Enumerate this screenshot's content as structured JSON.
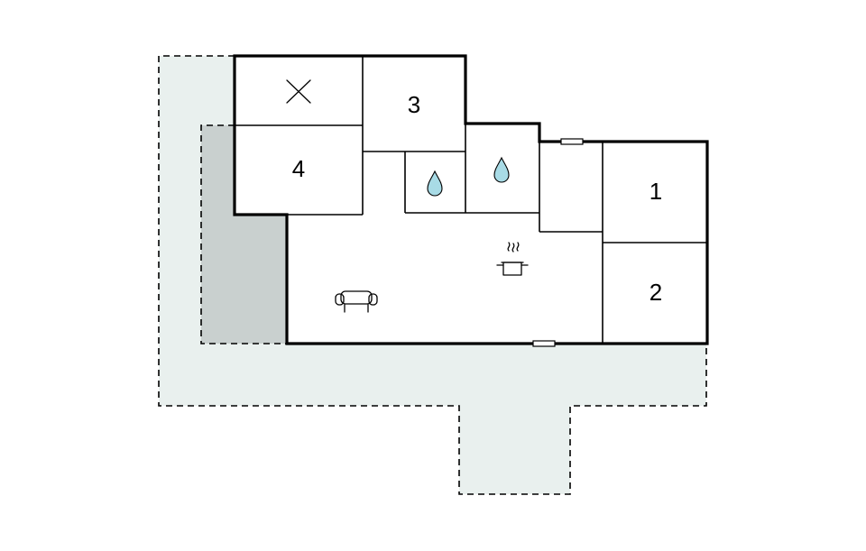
{
  "colors": {
    "terrace": "#e9f0ee",
    "covered_terrace": "#c9d0cf",
    "wall": "#000000",
    "water": "#a8dbe6"
  },
  "rooms": {
    "bedroom_1": {
      "label": "1"
    },
    "bedroom_2": {
      "label": "2"
    },
    "bedroom_3": {
      "label": "3"
    },
    "bedroom_4": {
      "label": "4"
    }
  },
  "icons": {
    "bedroom": "x-cross-icon",
    "bathroom": "water-drop-icon",
    "kitchen": "cooking-pot-icon",
    "living": "sofa-icon",
    "opening": "window-icon"
  }
}
